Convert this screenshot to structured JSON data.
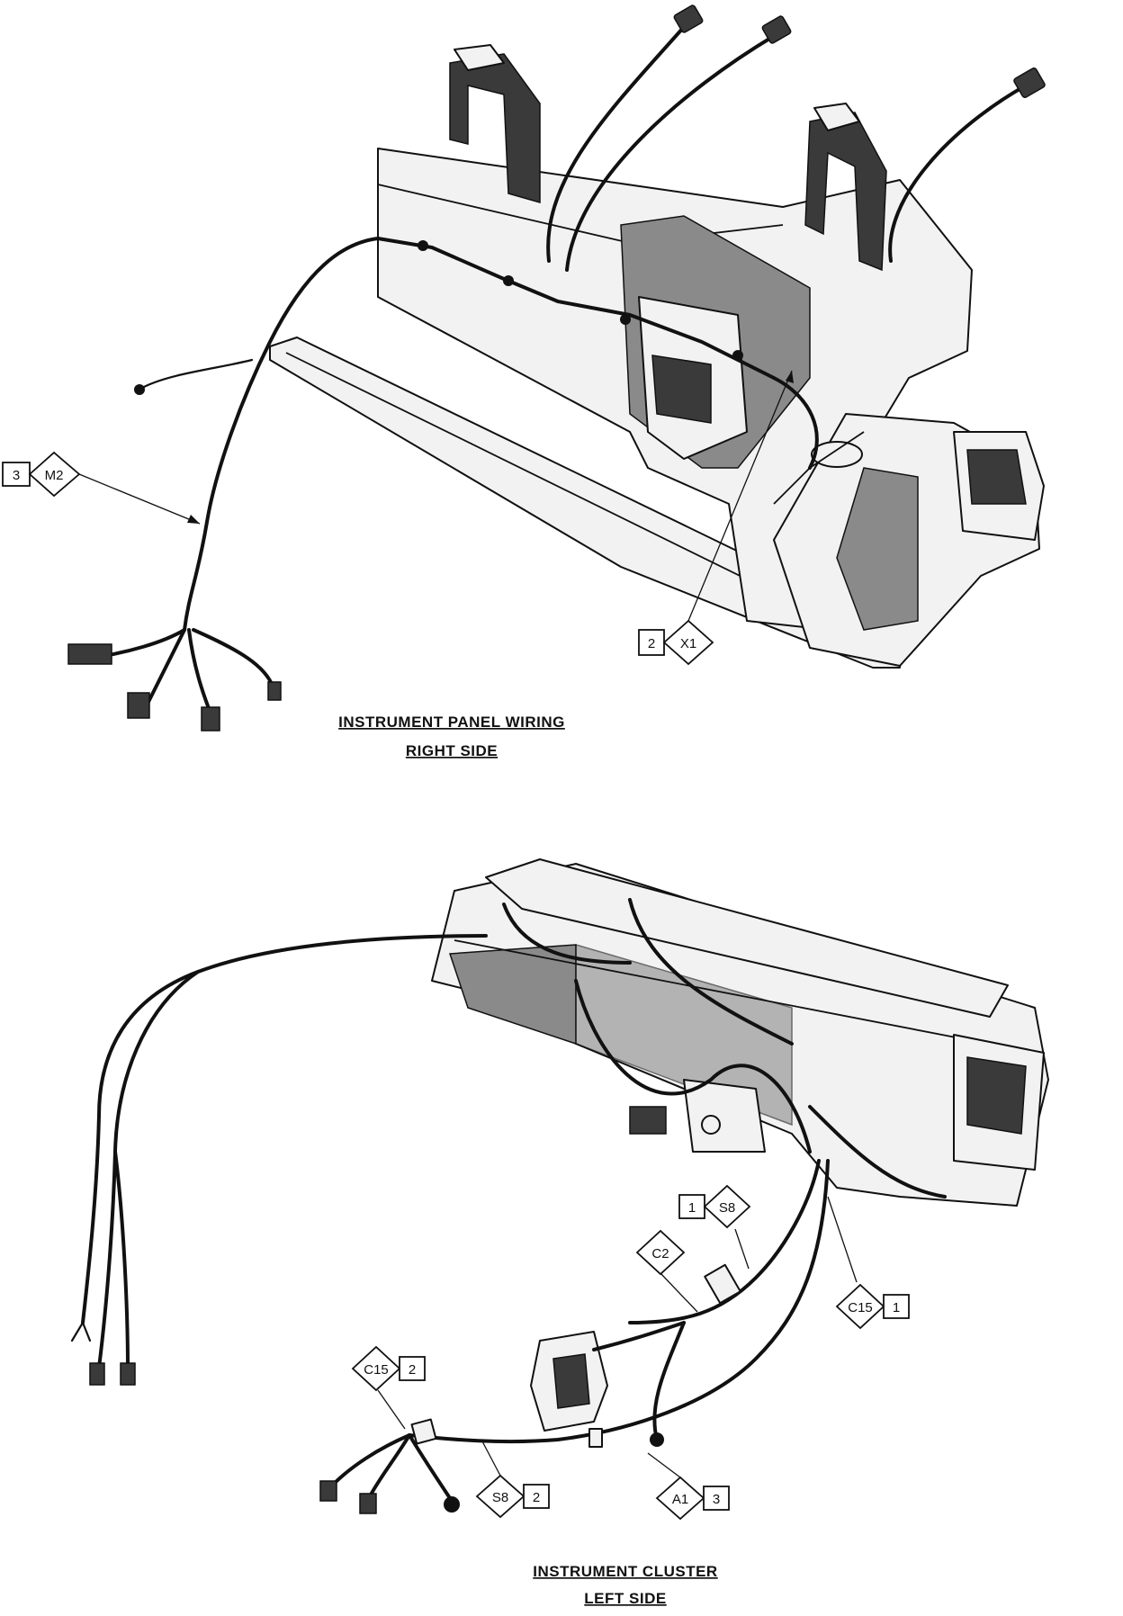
{
  "captions": {
    "top_line1": "INSTRUMENT PANEL WIRING",
    "top_line2": "RIGHT SIDE",
    "bottom_line1": "INSTRUMENT CLUSTER",
    "bottom_line2": "LEFT SIDE"
  },
  "callouts": {
    "m2": {
      "num": "3",
      "code": "M2"
    },
    "x1": {
      "num": "2",
      "code": "X1"
    },
    "s8_1": {
      "num": "1",
      "code": "S8"
    },
    "c2": {
      "code": "C2"
    },
    "c15_1": {
      "code": "C15",
      "num": "1"
    },
    "c15_2": {
      "code": "C15",
      "num": "2"
    },
    "s8_2": {
      "code": "S8",
      "num": "2"
    },
    "a1": {
      "code": "A1",
      "num": "3"
    }
  }
}
